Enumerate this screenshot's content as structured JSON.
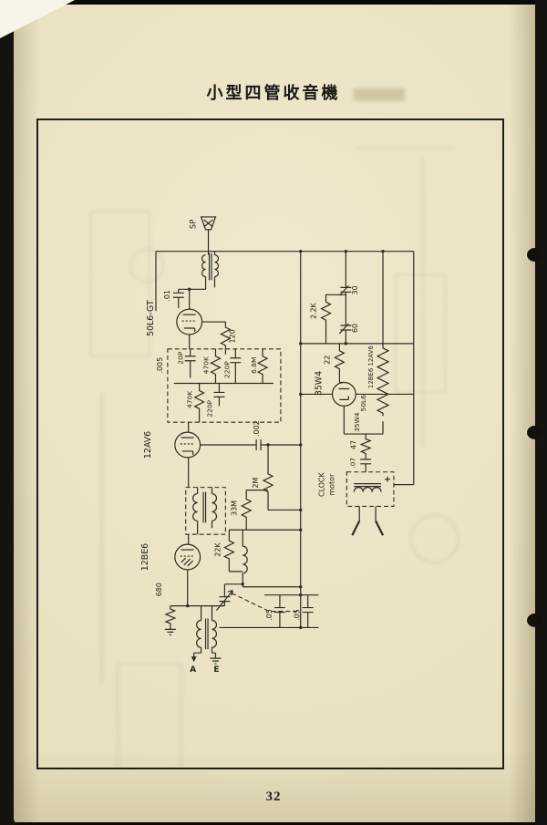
{
  "page": {
    "title": "小型四管收音機",
    "page_number": "32"
  },
  "schematic": {
    "speaker": "SP",
    "tubes": {
      "output": "50L6-GT",
      "detector": "12AV6",
      "converter": "12BE6",
      "rectifier": "35W4"
    },
    "heater_chain": {
      "t1": "12BE6 12AV6",
      "t2": "50L6",
      "t3": "35W4"
    },
    "clock": {
      "line1": "CLOCK",
      "line2": "motor"
    },
    "terminals": {
      "antenna": "A",
      "earth": "E"
    },
    "components": {
      "c_plate": ".01",
      "r_bias": "120",
      "c_20p": "20P",
      "c_coupling": ".005",
      "r_grid_top": "470K",
      "c_tone_top": "220P",
      "r_68m": "6.8M",
      "r_grid_bot": "470K",
      "c_tone_bot": "220P",
      "c_det": ".002",
      "r_2m": "2M",
      "r_33m": "33M",
      "r_osc": "22K",
      "r_680": "680",
      "c_line_a": ".05",
      "c_line_b": ".05",
      "c_filter_a": "30",
      "r_filter": "2.2K",
      "c_filter_b": "60",
      "r_surge": "22",
      "r_47": "47",
      "c_motor": ".07"
    }
  }
}
